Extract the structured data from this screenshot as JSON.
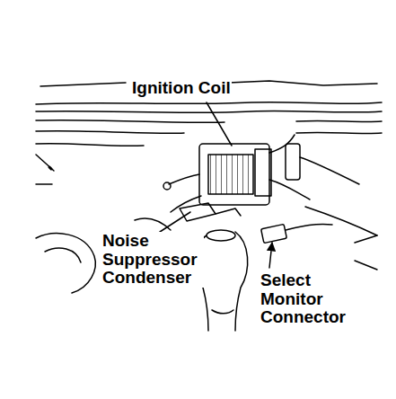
{
  "diagram": {
    "labels": [
      "Ignition Coil",
      "Noise Suppressor Condenser",
      "Select Monitor Connector"
    ]
  }
}
